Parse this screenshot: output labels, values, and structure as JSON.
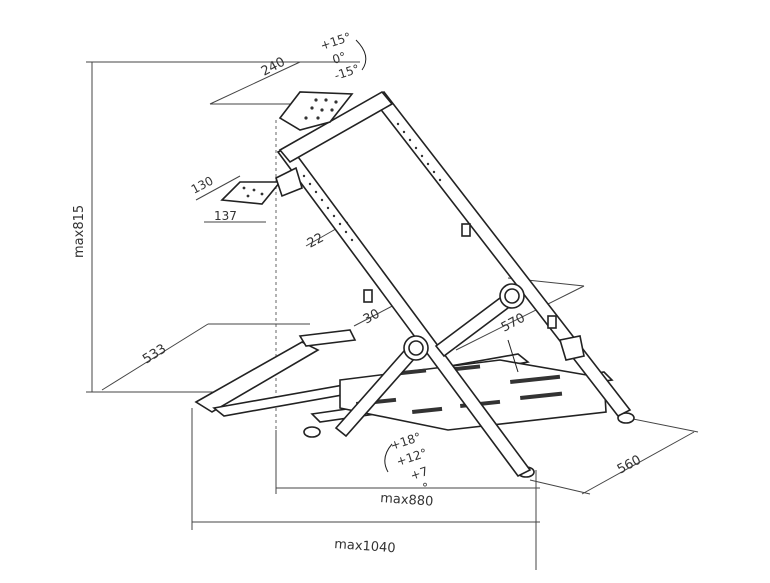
{
  "dimensions": {
    "height_max": "max815",
    "pedal_plate_width": "533",
    "base_depth": "560",
    "wheel_frame_width": "570",
    "tube_22": "22",
    "tube_30": "30",
    "shifter_plate_length": "240",
    "shifter_small_width": "130",
    "shifter_small_length": "137",
    "length_max_880": "max880",
    "length_max_1040": "max1040"
  },
  "angles": {
    "wheel_tilt": [
      "+15°",
      "0°",
      "-15°"
    ],
    "pedal_tilt": [
      "+18°",
      "+12°",
      "+7",
      "°"
    ]
  }
}
